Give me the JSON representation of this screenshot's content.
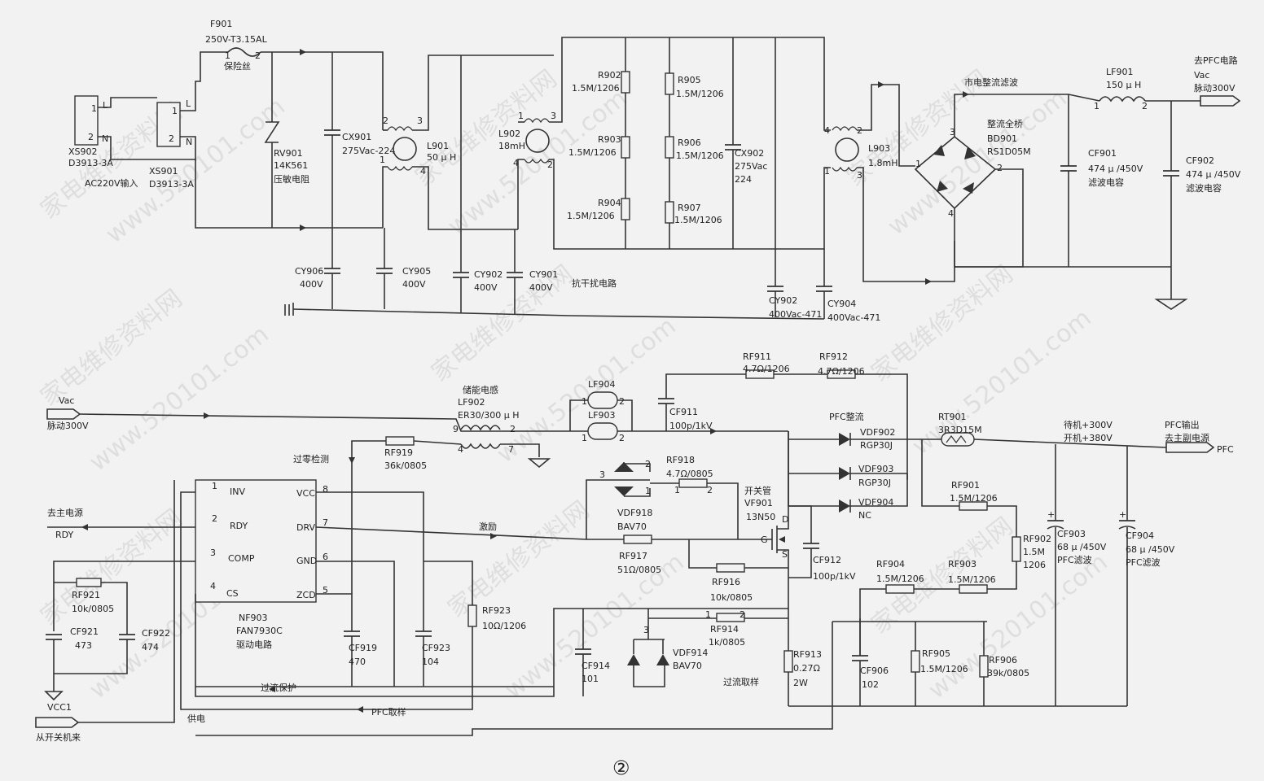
{
  "watermark": [
    "家电维修资料网",
    "www.520101.com"
  ],
  "page_number": "②",
  "top": {
    "xs902": [
      "XS902",
      "D3913-3A",
      "AC220V输入"
    ],
    "xs902_pins": [
      "1",
      "L",
      "2",
      "N"
    ],
    "xs901": [
      "XS901",
      "D3913-3A"
    ],
    "xs901_pins": [
      "1",
      "L",
      "2",
      "N"
    ],
    "f901": [
      "F901",
      "250V-T3.15AL",
      "保险丝"
    ],
    "f901_pins": [
      "1",
      "2"
    ],
    "rv901": [
      "RV901",
      "14K561",
      "压敏电阻"
    ],
    "cx901": [
      "CX901",
      "275Vac-224"
    ],
    "l901": [
      "L901",
      "50 μ H"
    ],
    "l901_pins": [
      "2",
      "3",
      "1",
      "4"
    ],
    "l902": [
      "L902",
      "18mH"
    ],
    "l902_pins": [
      "1",
      "3",
      "4",
      "2"
    ],
    "r902": [
      "R902",
      "1.5M/1206"
    ],
    "r903": [
      "R903",
      "1.5M/1206"
    ],
    "r904": [
      "R904",
      "1.5M/1206"
    ],
    "r905": [
      "R905",
      "1.5M/1206"
    ],
    "r906": [
      "R906",
      "1.5M/1206"
    ],
    "r907": [
      "R907",
      "1.5M/1206"
    ],
    "cx902": [
      "CX902",
      "275Vac",
      "224"
    ],
    "cy906": [
      "CY906",
      "400V"
    ],
    "cy905": [
      "CY905",
      "400V"
    ],
    "cy902a": [
      "CY902",
      "400V"
    ],
    "cy901": [
      "CY901",
      "400V"
    ],
    "anti_interference": "抗干扰电路",
    "cy902b": [
      "CY902",
      "400Vac-471"
    ],
    "cy904": [
      "CY904",
      "400Vac-471"
    ],
    "l903": [
      "L903",
      "1.8mH"
    ],
    "l903_pins": [
      "4",
      "2",
      "1",
      "3"
    ],
    "rect_title": "市电整流滤波",
    "bridge": [
      "整流全桥",
      "BD901",
      "RS1D05M"
    ],
    "bridge_pins": [
      "3",
      "1",
      "2",
      "4"
    ],
    "lf901": [
      "LF901",
      "150 μ H"
    ],
    "lf901_pins": [
      "1",
      "2"
    ],
    "cf901": [
      "CF901",
      "474 μ /450V",
      "滤波电容"
    ],
    "cf902": [
      "CF902",
      "474 μ /450V",
      "滤波电容"
    ],
    "to_pfc": [
      "去PFC电路",
      "Vac",
      "脉动300V"
    ]
  },
  "bottom": {
    "vac_in": [
      "Vac",
      "脉动300V"
    ],
    "lf902": [
      "储能电感",
      "LF902",
      "ER30/300 μ H"
    ],
    "lf902_pins": [
      "9",
      "2",
      "4",
      "7"
    ],
    "lf904": [
      "LF904"
    ],
    "lf903": [
      "LF903"
    ],
    "lf_pins": [
      "1",
      "2",
      "1",
      "2"
    ],
    "cf911": [
      "CF911",
      "100p/1kV"
    ],
    "rf911": [
      "RF911",
      "4.7Ω/1206"
    ],
    "rf912": [
      "RF912",
      "4.7Ω/1206"
    ],
    "pfc_rect": "PFC整流",
    "vdf902": [
      "VDF902",
      "RGP30J"
    ],
    "vdf903": [
      "VDF903",
      "RGP30J"
    ],
    "vdf904": [
      "VDF904",
      "NC"
    ],
    "rt901": [
      "RT901",
      "3R3D15M"
    ],
    "standby": [
      "待机+300V",
      "开机+380V"
    ],
    "pfc_out": [
      "PFC输出",
      "去主副电源"
    ],
    "pfc_tag": "PFC",
    "rf919": [
      "RF919",
      "36k/0805"
    ],
    "zero_detect": "过零检测",
    "ic": [
      "NF903",
      "FAN7930C",
      "驱动电路"
    ],
    "ic_pins_left": [
      "1",
      "INV",
      "2",
      "RDY",
      "3",
      "COMP",
      "4",
      "CS"
    ],
    "ic_pins_right": [
      "8",
      "VCC",
      "7",
      "DRV",
      "6",
      "GND",
      "5",
      "ZCD"
    ],
    "to_main": [
      "去主电源",
      "RDY"
    ],
    "excite": "激励",
    "vdf918": [
      "VDF918",
      "BAV70"
    ],
    "vdf918_pins": [
      "3",
      "2",
      "1"
    ],
    "rf918": [
      "RF918",
      "4.7Ω/0805"
    ],
    "rf918_pins": [
      "1",
      "2"
    ],
    "vf901": [
      "开关管",
      "VF901",
      "13N50"
    ],
    "vf901_pins": [
      "D",
      "G",
      "S"
    ],
    "rf917": [
      "RF917",
      "51Ω/0805"
    ],
    "rf916": [
      "RF916",
      "10k/0805"
    ],
    "cf912": [
      "CF912",
      "100p/1kV"
    ],
    "rf901": [
      "RF901",
      "1.5M/1206"
    ],
    "rf902": [
      "RF902",
      "1.5M",
      "1206"
    ],
    "rf904": [
      "RF904",
      "1.5M/1206"
    ],
    "rf903": [
      "RF903",
      "1.5M/1206"
    ],
    "cf903": [
      "CF903",
      "68 μ /450V",
      "PFC滤波"
    ],
    "cf904": [
      "CF904",
      "68 μ /450V",
      "PFC滤波"
    ],
    "rf921": [
      "RF921",
      "10k/0805"
    ],
    "cf921": [
      "CF921",
      "473"
    ],
    "cf922": [
      "CF922",
      "474"
    ],
    "vcc1": "VCC1",
    "cf919": [
      "CF919",
      "470"
    ],
    "cf923": [
      "CF923",
      "104"
    ],
    "rf923": [
      "RF923",
      "10Ω/1206"
    ],
    "cf914": [
      "CF914",
      "101"
    ],
    "vdf914": [
      "VDF914",
      "BAV70"
    ],
    "vdf914_pin": "3",
    "rf914": [
      "RF914",
      "1k/0805"
    ],
    "rf914_pins": [
      "1",
      "2"
    ],
    "rf913": [
      "RF913",
      "0.27Ω",
      "2W"
    ],
    "cf906": [
      "CF906",
      "102"
    ],
    "rf905": [
      "RF905",
      "1.5M/1206"
    ],
    "rf906": [
      "RF906",
      "39k/0805"
    ],
    "overcurrent_protect": "过流保护",
    "overcurrent_sample": "过流取样",
    "pfc_sample": "PFC取样",
    "power_supply": "供电",
    "from_switch": "从开关机来"
  }
}
